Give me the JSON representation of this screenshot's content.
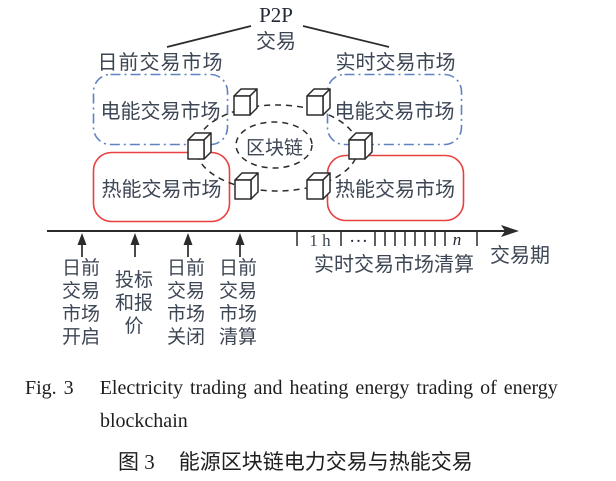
{
  "figure": {
    "p2p": {
      "title": "P2P",
      "subtitle": "交易"
    },
    "markets": {
      "day_ahead_label": "日前交易市场",
      "realtime_label": "实时交易市场"
    },
    "boxes": {
      "electric_left": "电能交易市场",
      "electric_right": "电能交易市场",
      "heat_left": "热能交易市场",
      "heat_right": "热能交易市场"
    },
    "blockchain": {
      "label": "区块链"
    },
    "colors": {
      "electric_border_blue": "#5e82c2",
      "heat_border_red": "#e84040",
      "line_dark": "#2b2b2b",
      "label_text": "#3d4654"
    }
  },
  "timeline": {
    "hour_tick_label": "1 h",
    "ellipsis": "…",
    "n_label": "n",
    "axis_end_label": "交易期",
    "realtime_settlement": "实时交易市场清算",
    "milestones": [
      {
        "lines": [
          "日前",
          "交易",
          "市场",
          "开启"
        ]
      },
      {
        "lines": [
          "投标",
          "和报",
          "价"
        ]
      },
      {
        "lines": [
          "日前",
          "交易",
          "市场",
          "关闭"
        ]
      },
      {
        "lines": [
          "日前",
          "交易",
          "市场",
          "清算"
        ]
      }
    ]
  },
  "caption": {
    "fig_label_en": "Fig. 3",
    "caption_en_line1": "Electricity trading and heating energy trading of energy",
    "caption_en_line2": "blockchain",
    "fig_label_zh": "图 3",
    "caption_zh": "能源区块链电力交易与热能交易"
  }
}
